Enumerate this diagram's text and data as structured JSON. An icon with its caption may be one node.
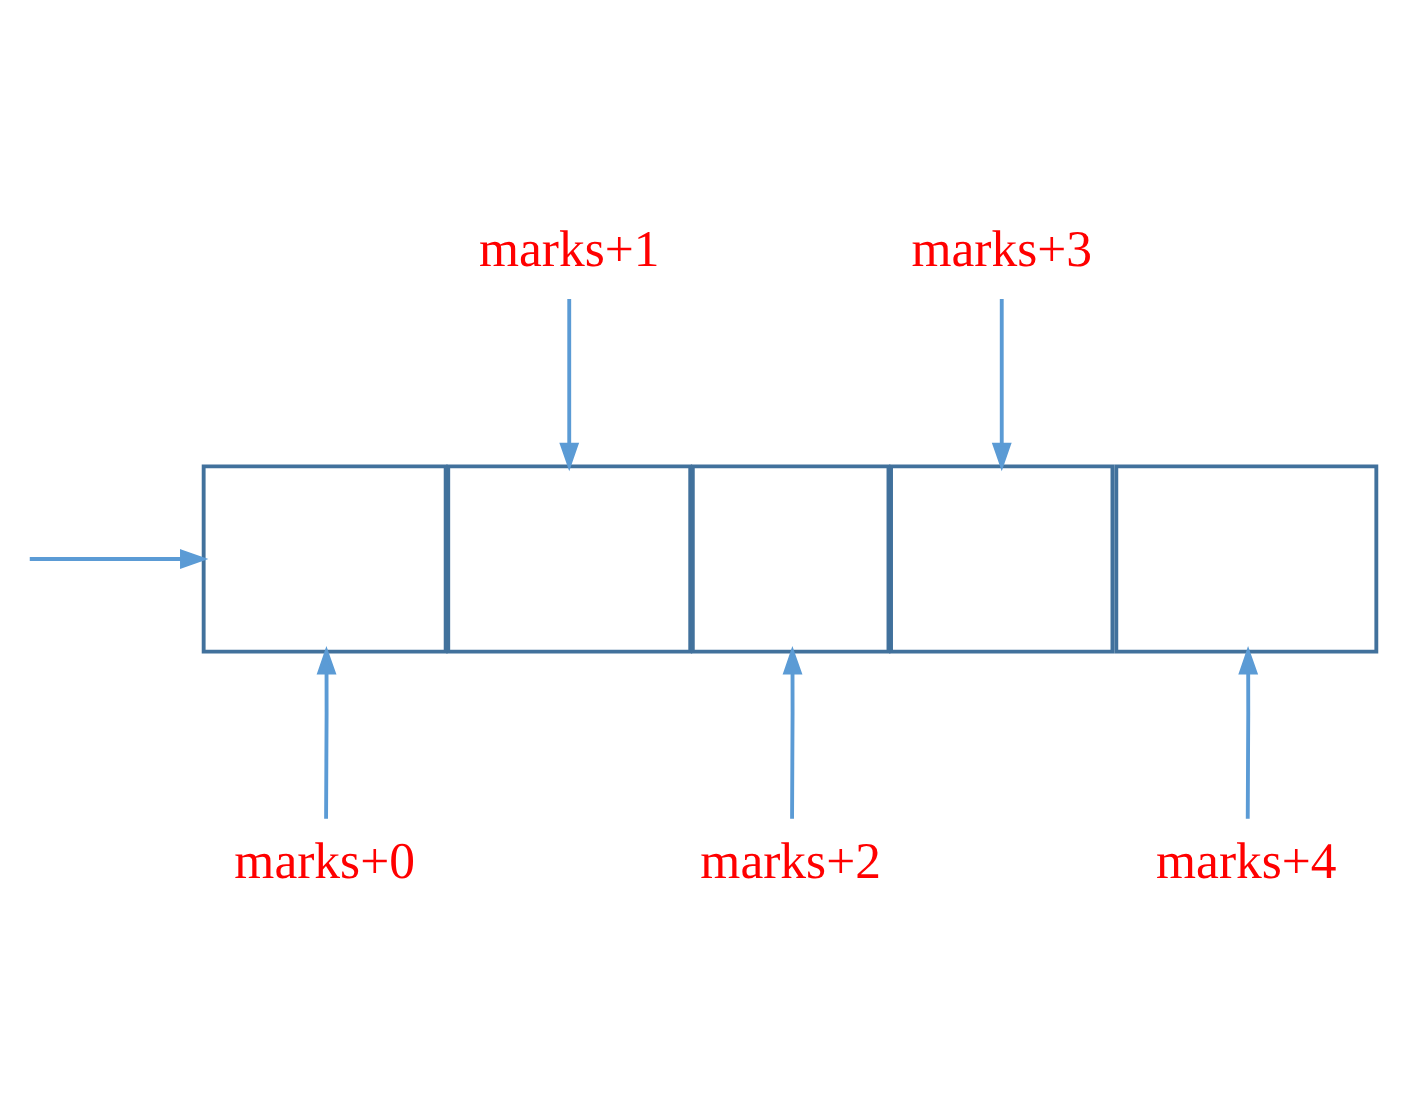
{
  "diagram": {
    "nodes": [
      {
        "text": [
          "marks+1"
        ]
      },
      {
        "text": [
          "marks+3"
        ]
      },
      {
        "text": [],
        "shape": "box"
      },
      {
        "text": [],
        "shape": "box"
      },
      {
        "text": [],
        "shape": "box"
      },
      {
        "text": [],
        "shape": "box"
      },
      {
        "text": [],
        "shape": "box"
      },
      {
        "text": [
          "marks+0"
        ]
      },
      {
        "text": [
          "marks+2"
        ]
      },
      {
        "text": [
          "marks+4"
        ]
      }
    ],
    "edges": [
      {
        "from": 0,
        "to": 3,
        "arrow": "to"
      },
      {
        "from": 1,
        "to": 5,
        "arrow": "to"
      },
      {
        "from": null,
        "to": 2,
        "arrow": "to"
      },
      {
        "from": 7,
        "to": 2,
        "arrow": "to"
      },
      {
        "from": 8,
        "to": 4,
        "arrow": "to"
      },
      {
        "from": 9,
        "to": 6,
        "arrow": "to"
      }
    ]
  }
}
